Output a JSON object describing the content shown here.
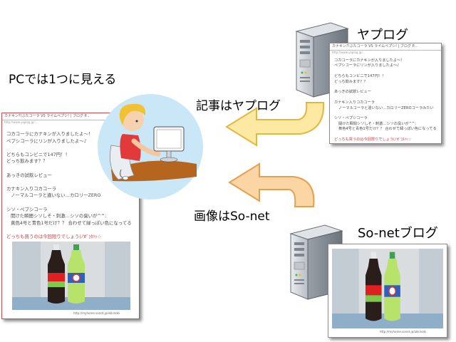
{
  "labels": {
    "pc_view": "PCでは1つに見える",
    "article_source": "記事はヤプログ",
    "image_source": "画像はSo-net",
    "yaplog_server": "ヤプログ",
    "sonet_server": "So-netブログ"
  },
  "yaplog_card": {
    "header": "カナキン?!ぶたコーラ VS ライムペプシ! | ブログ P...",
    "url": "http://www.yaplog.jp/...",
    "lines": [
      "コカコーラにカナキンが入りましたよ〜！",
      "ペプシコーラにリンが入りましたよ〜♪",
      "",
      "どちらもコンビニで147円！！",
      "どっち飲みます？？",
      "",
      "あっきの試飲レビュー",
      "",
      "カナキン入りコカコーラ",
      "ノーマルコーラと違いない…カロリーZEROコーラみたい",
      "",
      "シソ・ペプシコーラ",
      "開けた瞬間シソしそ・刺激…シソの臭いが^^;",
      "黄色4号と青色1号だけ？？ 合わせて緑っぽい色になってる",
      "",
      "どっちも買うのは今回限りでしょう(ﾉ∀`)ﾀﾊｯ☆"
    ],
    "red_line": 15
  },
  "pc_card": {
    "header": "カナキン?!ぶたコーラ VS ライムペプシ! | ブログ P...",
    "url": "http://www.yaplog.jp/...",
    "lines": [
      "コカコーラにカナキンが入りましたよ〜！",
      "ペプシコーラにリンが入りましたよ〜♪",
      "",
      "どちらもコンビニで147円！！",
      "どっち飲みます？？",
      "",
      "あっきの試飲レビュー",
      "",
      "カナキン入りコカコーラ",
      "ノーマルコーラと違いない…カロリーZERO",
      "",
      "シソ・ペプシコーラ",
      "開けた瞬間シソしそ・刺激…シソの臭いが^^;",
      "黄色4号と青色1号だけ？？ 合わせて緑っぽい色になってる",
      "",
      "どっちも買うのは今回限りでしょう(ﾉ∀`)ﾀﾊｯ☆"
    ],
    "red_line": 15,
    "caption": "http://myhome.sonet.jp/akkinoki"
  },
  "sonet_card": {
    "caption": "http://myhome.sonet.jp/akkinoki"
  },
  "colors": {
    "arrow_fill": "#fde9a2",
    "arrow_stroke": "#e3b640",
    "arrow2_fill": "#fcd5a4",
    "arrow2_stroke": "#e3a050",
    "person_bg": "#c9e7f7",
    "server_body": "#cfd3d8",
    "accent_red": "#d23a3a"
  },
  "icons": [
    "server-icon",
    "person-at-computer-icon",
    "arrow-left-icon"
  ]
}
